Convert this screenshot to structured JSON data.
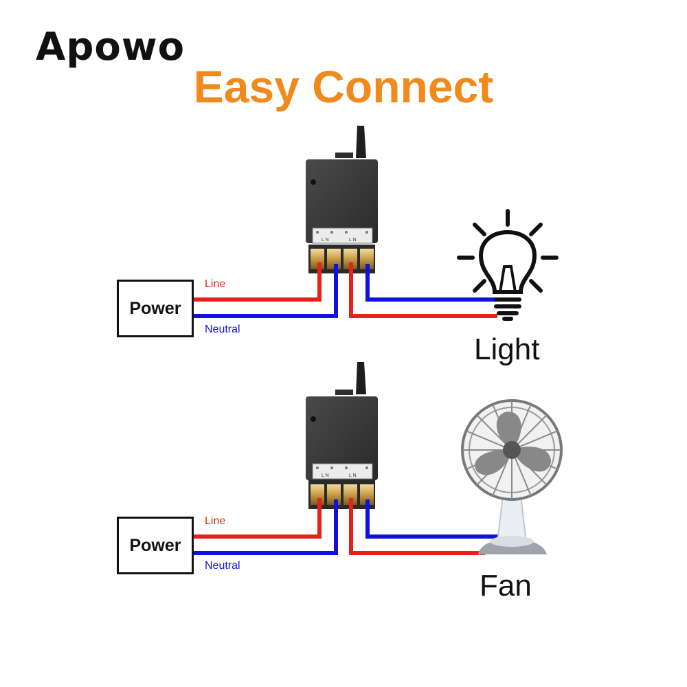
{
  "brand": "Apowo",
  "title": "Easy Connect",
  "colors": {
    "title": "#f08a1c",
    "line_wire": "#e8201a",
    "neutral_wire": "#1010e0",
    "relay_body": "#3a3a3a",
    "fan_gray": "#777777"
  },
  "circuits": [
    {
      "power_label": "Power",
      "line_label": "Line",
      "neutral_label": "Neutral",
      "load_label": "Light",
      "load_icon": "light-bulb-icon"
    },
    {
      "power_label": "Power",
      "line_label": "Line",
      "neutral_label": "Neutral",
      "load_label": "Fan",
      "load_icon": "fan-icon"
    }
  ]
}
